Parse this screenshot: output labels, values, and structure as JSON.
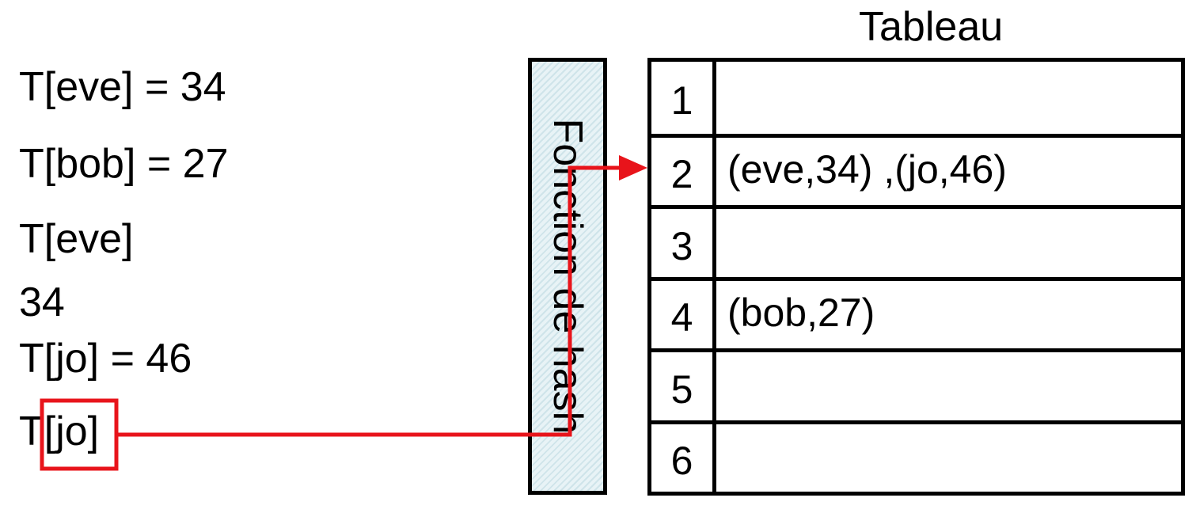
{
  "code_lines": [
    "T[eve] = 34",
    "T[bob] = 27",
    "T[eve]",
    "34",
    "T[jo] = 46"
  ],
  "lookup": {
    "prefix": "T",
    "key": "[jo]"
  },
  "hash_function": {
    "label": "Fonction de hash"
  },
  "table": {
    "title": "Tableau",
    "rows": [
      {
        "index": "1",
        "value": ""
      },
      {
        "index": "2",
        "value": "(eve,34) ,(jo,46)"
      },
      {
        "index": "3",
        "value": ""
      },
      {
        "index": "4",
        "value": "(bob,27)"
      },
      {
        "index": "5",
        "value": ""
      },
      {
        "index": "6",
        "value": ""
      }
    ]
  },
  "colors": {
    "arrow": "#e8141b",
    "hash_fill": "#e8f3f6",
    "border": "#000000"
  }
}
